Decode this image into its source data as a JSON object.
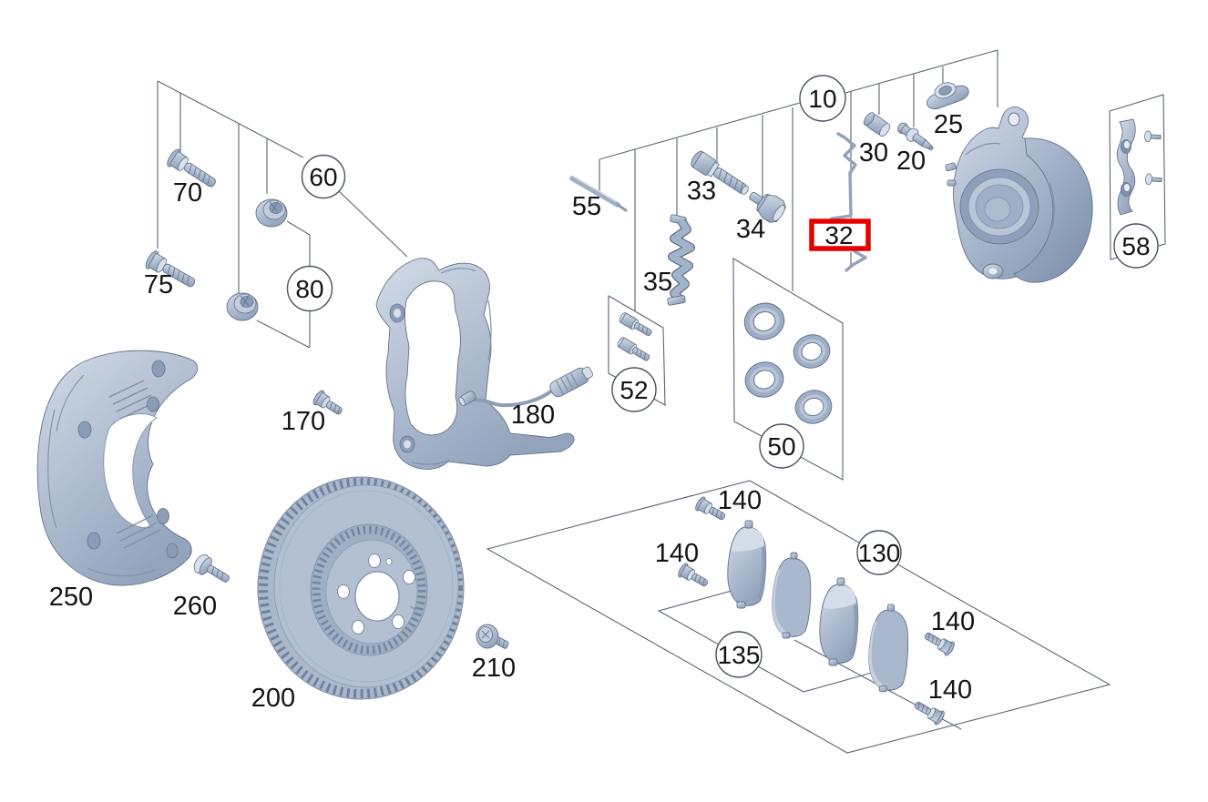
{
  "diagram": {
    "description": "Exploded parts diagram of a front disc brake assembly",
    "highlighted_ref": "32",
    "colors": {
      "highlight_box": "#e60000",
      "part_fill": "#aebccf",
      "part_fill_light": "#d8e0ea",
      "part_fill_dark": "#8b9db6",
      "outline": "#64748c",
      "leader_line": "#5b6573",
      "label_text": "#141414",
      "background": "#ffffff"
    },
    "labels": {
      "n70": "70",
      "n75": "75",
      "c60": "60",
      "c80": "80",
      "n250": "250",
      "n260": "260",
      "n200": "200",
      "n210": "210",
      "n170": "170",
      "n180": "180",
      "n55": "55",
      "n33": "33",
      "n34": "34",
      "n35": "35",
      "c52": "52",
      "c50": "50",
      "c10": "10",
      "n30": "30",
      "n20": "20",
      "n25": "25",
      "n32": "32",
      "c58": "58",
      "c130": "130",
      "c135": "135",
      "n140a": "140",
      "n140b": "140",
      "n140c": "140",
      "n140d": "140"
    },
    "parts": [
      {
        "ref": "10",
        "name": "brake-caliper-housing",
        "callout": "circle"
      },
      {
        "ref": "20",
        "name": "bleeder-valve",
        "callout": "plain"
      },
      {
        "ref": "25",
        "name": "bushing-sleeve",
        "callout": "plain"
      },
      {
        "ref": "30",
        "name": "bleeder-cap",
        "callout": "plain"
      },
      {
        "ref": "32",
        "name": "spring-wire-clip",
        "callout": "red-box-highlight"
      },
      {
        "ref": "33",
        "name": "guide-bolt",
        "callout": "plain"
      },
      {
        "ref": "34",
        "name": "bolt",
        "callout": "plain"
      },
      {
        "ref": "35",
        "name": "retaining-spring",
        "callout": "plain"
      },
      {
        "ref": "50",
        "name": "seal-ring-kit",
        "callout": "circle"
      },
      {
        "ref": "52",
        "name": "guide-bolt-kit",
        "callout": "circle"
      },
      {
        "ref": "55",
        "name": "pin",
        "callout": "plain"
      },
      {
        "ref": "58",
        "name": "carrier-plate-kit",
        "callout": "circle"
      },
      {
        "ref": "60",
        "name": "caliper-bracket",
        "callout": "circle"
      },
      {
        "ref": "70",
        "name": "bolt",
        "callout": "plain"
      },
      {
        "ref": "75",
        "name": "bolt",
        "callout": "plain"
      },
      {
        "ref": "80",
        "name": "guide-bushing-kit",
        "callout": "circle"
      },
      {
        "ref": "130",
        "name": "brake-pad-set",
        "callout": "circle"
      },
      {
        "ref": "135",
        "name": "brake-pads",
        "callout": "circle"
      },
      {
        "ref": "140",
        "name": "pad-retaining-bolt",
        "callout": "plain"
      },
      {
        "ref": "170",
        "name": "bracket-bolt",
        "callout": "plain"
      },
      {
        "ref": "180",
        "name": "wear-sensor",
        "callout": "plain"
      },
      {
        "ref": "200",
        "name": "brake-disc",
        "callout": "plain"
      },
      {
        "ref": "210",
        "name": "disc-retaining-screw",
        "callout": "plain"
      },
      {
        "ref": "250",
        "name": "splash-shield",
        "callout": "plain"
      },
      {
        "ref": "260",
        "name": "shield-bolt",
        "callout": "plain"
      }
    ]
  }
}
